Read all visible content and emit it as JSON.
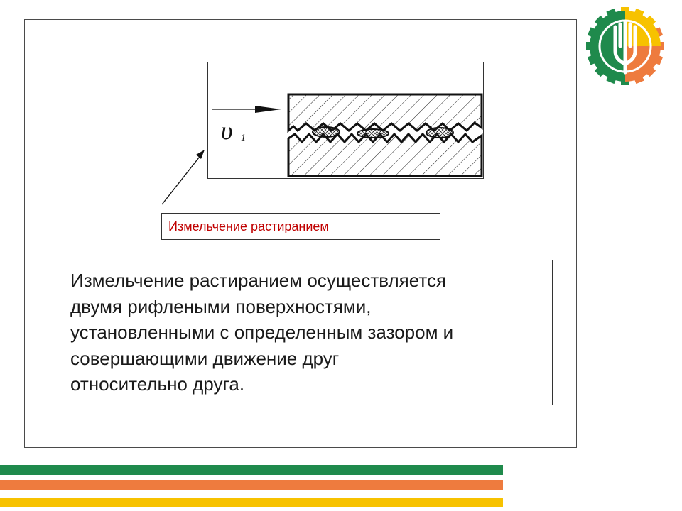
{
  "diagram": {
    "velocity_symbol": "υ",
    "velocity_subscript": "1"
  },
  "caption": "Измельчение растиранием",
  "description_lines": [
    "Измельчение растиранием осуществляется",
    "двумя рифлеными поверхностями,",
    "установленными с определенным зазором и",
    "совершающими движение друг",
    "относительно друга."
  ],
  "colors": {
    "green": "#1f8a4c",
    "orange": "#ee7b3e",
    "yellow": "#f7c200",
    "caption_red": "#c00000"
  },
  "logo": {
    "icon": "gear-wheat-logo-icon"
  }
}
